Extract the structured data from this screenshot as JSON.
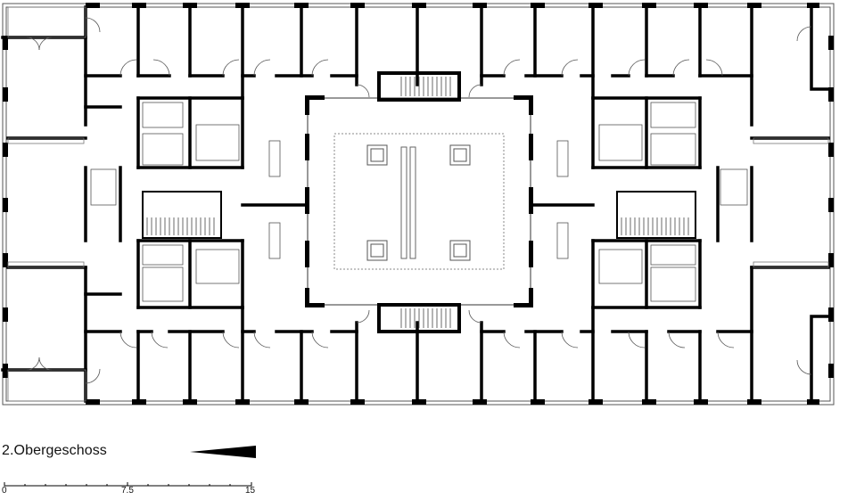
{
  "drawing": {
    "title": "2.Obergeschoss",
    "scale_labels": [
      "0",
      "7.5",
      "15"
    ]
  },
  "colors": {
    "wall": "#000000",
    "thin_line": "#555555",
    "dotted": "#888888",
    "background": "#ffffff"
  }
}
